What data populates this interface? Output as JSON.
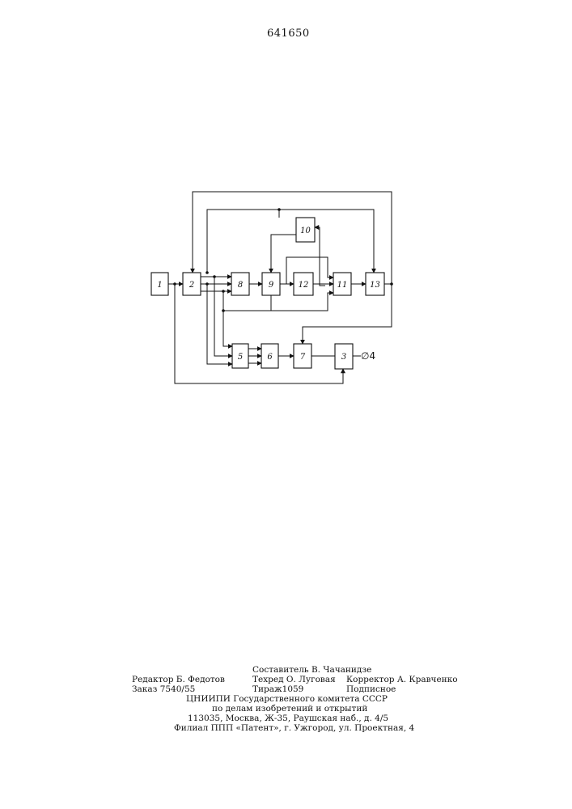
{
  "header": {
    "patent_number": "641650"
  },
  "diagram": {
    "blocks": [
      {
        "id": "b1",
        "label": "1"
      },
      {
        "id": "b2",
        "label": "2"
      },
      {
        "id": "b3",
        "label": "3"
      },
      {
        "id": "b5",
        "label": "5"
      },
      {
        "id": "b6",
        "label": "6"
      },
      {
        "id": "b7",
        "label": "7"
      },
      {
        "id": "b8",
        "label": "8"
      },
      {
        "id": "b9",
        "label": "9"
      },
      {
        "id": "b10",
        "label": "10"
      },
      {
        "id": "b11",
        "label": "11"
      },
      {
        "id": "b12",
        "label": "12"
      },
      {
        "id": "b13",
        "label": "13"
      }
    ],
    "output_label": "∅4"
  },
  "imprint": {
    "compiler": "Составитель В. Чачанидзе",
    "editor": "Редактор Б. Федотов",
    "tech_editor": "Техред О. Луговая",
    "corrector": "Корректор А. Кравченко",
    "order": "Заказ 7540/55",
    "circulation": "Тираж1059",
    "subscription": "Подписное",
    "org_line1": "ЦНИИПИ Государственного комитета СССР",
    "org_line2": "по делам изобретений и открытий",
    "address": "113035, Москва, Ж-35, Раушская наб., д. 4/5",
    "branch": "Филиал ППП «Патент», г. Ужгород, ул. Проектная, 4"
  }
}
